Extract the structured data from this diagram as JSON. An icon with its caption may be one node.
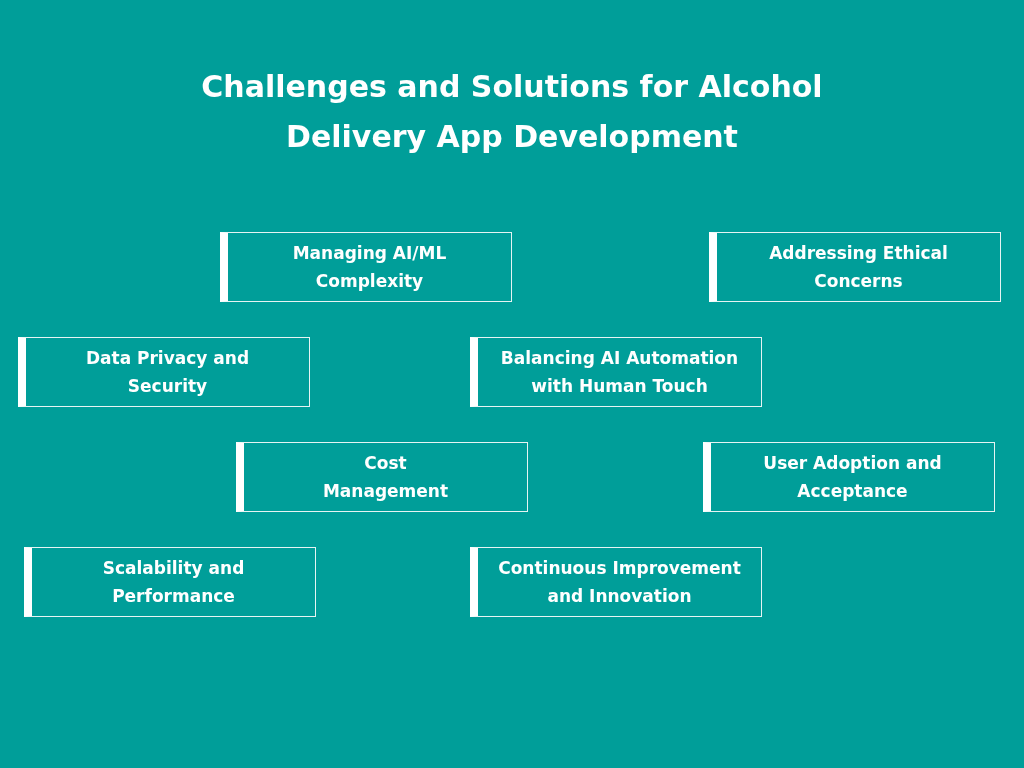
{
  "diagram": {
    "title": "Challenges and Solutions for Alcohol Delivery App Development",
    "nodes": [
      {
        "text": [
          "Managing AI/ML Complexity"
        ]
      },
      {
        "text": [
          "Addressing Ethical Concerns"
        ]
      },
      {
        "text": [
          "Data Privacy and Security"
        ]
      },
      {
        "text": [
          "Balancing AI Automation with Human Touch"
        ]
      },
      {
        "text": [
          "Cost Management"
        ]
      },
      {
        "text": [
          "User Adoption and Acceptance"
        ]
      },
      {
        "text": [
          "Scalability and Performance"
        ]
      },
      {
        "text": [
          "Continuous Improvement and Innovation"
        ]
      }
    ]
  }
}
